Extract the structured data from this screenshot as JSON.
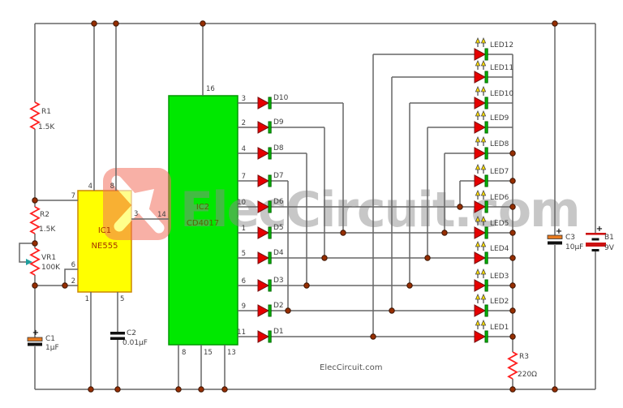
{
  "watermark": {
    "text": "ElecCircuit.com"
  },
  "caption": "ElecCircuit.com",
  "plus": "+",
  "components": {
    "r1": {
      "ref": "R1",
      "value": "1.5K"
    },
    "r2": {
      "ref": "R2",
      "value": "1.5K"
    },
    "vr1": {
      "ref": "VR1",
      "value": "100K"
    },
    "r3": {
      "ref": "R3",
      "value": "220Ω"
    },
    "c1": {
      "ref": "C1",
      "value": "1µF"
    },
    "c2": {
      "ref": "C2",
      "value": "0.01µF"
    },
    "c3": {
      "ref": "C3",
      "value": "10µF"
    },
    "b1": {
      "ref": "B1",
      "value": "9V"
    },
    "ic1": {
      "ref": "IC1",
      "part": "NE555"
    },
    "ic2": {
      "ref": "IC2",
      "part": "CD4017"
    }
  },
  "diodes": {
    "d1": "D1",
    "d2": "D2",
    "d3": "D3",
    "d4": "D4",
    "d5": "D5",
    "d6": "D6",
    "d7": "D7",
    "d8": "D8",
    "d9": "D9",
    "d10": "D10"
  },
  "leds": {
    "led1": "LED1",
    "led2": "LED2",
    "led3": "LED3",
    "led4": "LED4",
    "led5": "LED5",
    "led6": "LED6",
    "led7": "LED7",
    "led8": "LED8",
    "led9": "LED9",
    "led10": "LED10",
    "led11": "LED11",
    "led12": "LED12"
  },
  "pins": {
    "ic1": {
      "p1": "1",
      "p2": "2",
      "p3": "3",
      "p4": "4",
      "p5": "5",
      "p6": "6",
      "p7": "7",
      "p8": "8"
    },
    "ic2": {
      "p1": "1",
      "p2": "2",
      "p3": "3",
      "p4": "4",
      "p5": "5",
      "p6": "6",
      "p7": "7",
      "p8": "8",
      "p9": "9",
      "p10": "10",
      "p11": "11",
      "p13": "13",
      "p14": "14",
      "p15": "15",
      "p16": "16"
    }
  },
  "colors": {
    "ic1_fill": "#ffff00",
    "ic2_fill": "#00e800",
    "diode_red": "#e60000",
    "cathode_green": "#00b400",
    "resistor_red": "#ff2020",
    "junction_dot": "#962e00",
    "wire": "#666666",
    "watermark_grey": "#8c8c8c",
    "logo_pink": "#f4705e",
    "battery_red": "#cc1111",
    "cap_orange": "#e87a1e"
  }
}
